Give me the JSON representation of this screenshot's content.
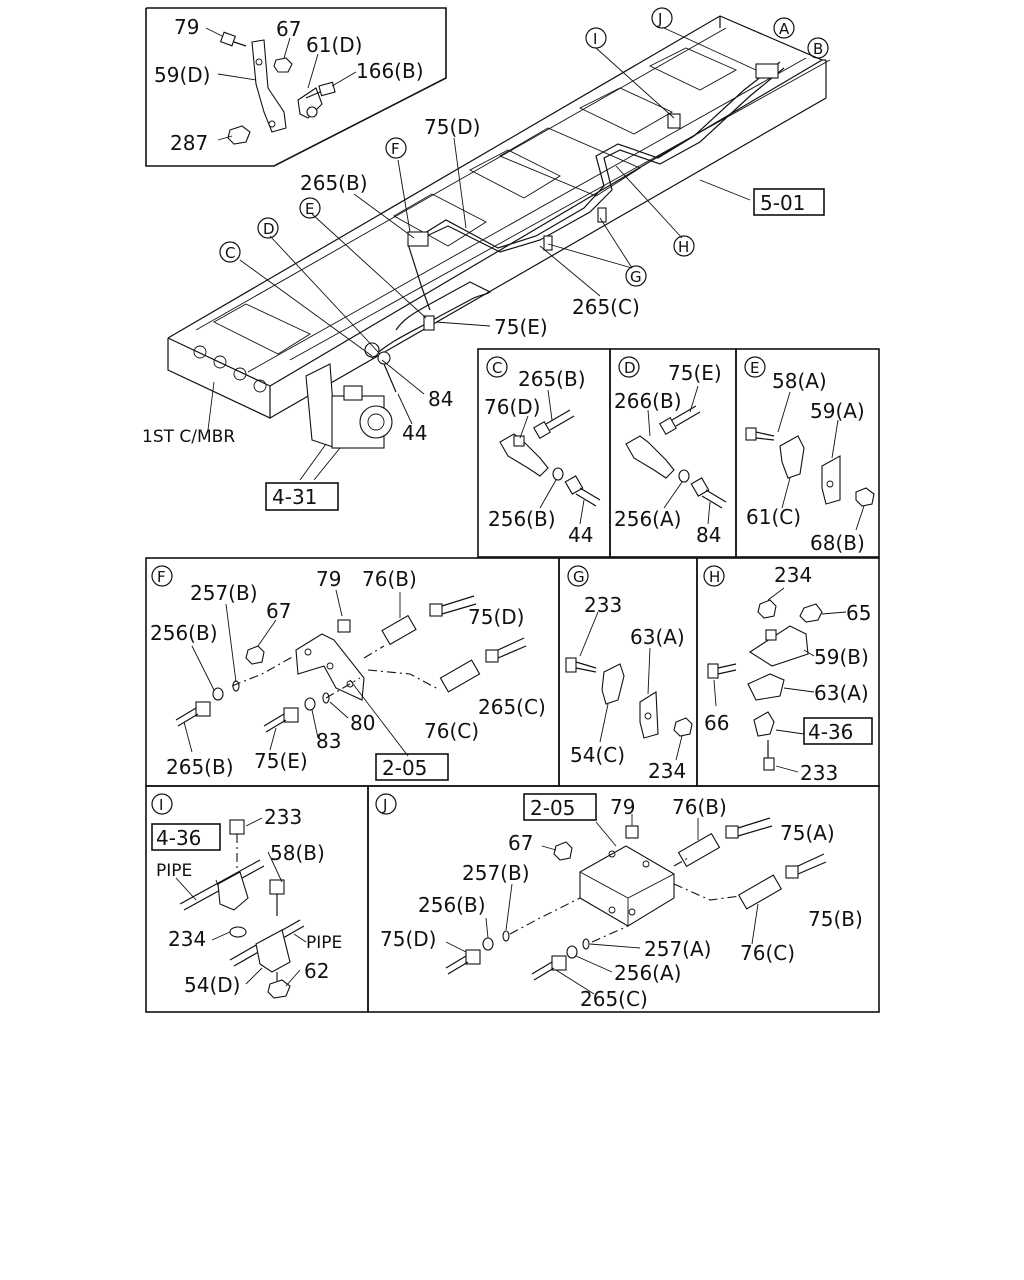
{
  "panels": {
    "inset": {
      "labels": [
        "79",
        "67",
        "61(D)",
        "59(D)",
        "166(B)",
        "287"
      ]
    },
    "overview": {
      "labels": [
        "75(D)",
        "265(B)",
        "265(C)",
        "75(E)",
        "84",
        "44",
        "1ST C/MBR"
      ],
      "refs": [
        "5-01",
        "4-31"
      ],
      "callouts": [
        "A",
        "B",
        "C",
        "D",
        "E",
        "F",
        "G",
        "H",
        "I",
        "J"
      ]
    },
    "C": {
      "id": "C",
      "labels": [
        "265(B)",
        "76(D)",
        "256(B)",
        "44"
      ]
    },
    "D": {
      "id": "D",
      "labels": [
        "266(B)",
        "75(E)",
        "256(A)",
        "84"
      ]
    },
    "E": {
      "id": "E",
      "labels": [
        "58(A)",
        "59(A)",
        "61(C)",
        "68(B)"
      ]
    },
    "F": {
      "id": "F",
      "labels": [
        "257(B)",
        "79",
        "76(B)",
        "67",
        "75(D)",
        "256(B)",
        "265(C)",
        "80",
        "76(C)",
        "83",
        "265(B)",
        "75(E)"
      ],
      "ref": "2-05"
    },
    "G": {
      "id": "G",
      "labels": [
        "233",
        "63(A)",
        "54(C)",
        "234"
      ]
    },
    "H": {
      "id": "H",
      "labels": [
        "234",
        "65",
        "59(B)",
        "66",
        "63(A)",
        "233"
      ],
      "ref": "4-36"
    },
    "I": {
      "id": "I",
      "labels": [
        "233",
        "58(B)",
        "PIPE",
        "234",
        "PIPE",
        "54(D)",
        "62"
      ],
      "ref": "4-36"
    },
    "J": {
      "id": "J",
      "labels": [
        "79",
        "76(B)",
        "67",
        "75(A)",
        "257(B)",
        "256(B)",
        "75(B)",
        "75(D)",
        "257(A)",
        "76(C)",
        "256(A)",
        "265(C)"
      ],
      "ref": "2-05"
    }
  }
}
